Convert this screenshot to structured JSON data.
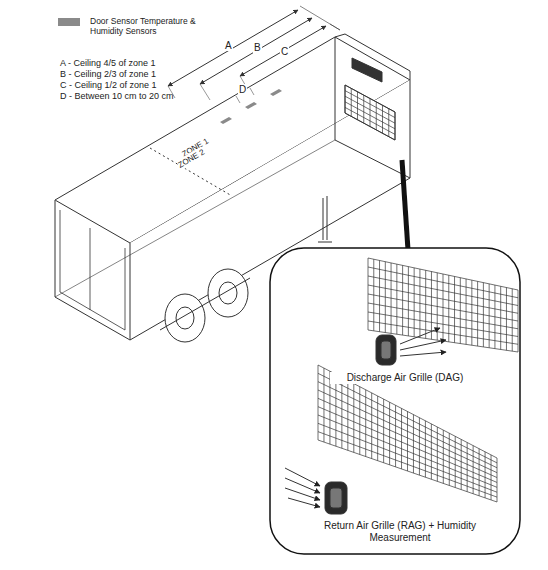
{
  "diagram": {
    "nodes": [
      {
        "text": [
          "Discharge Air Grille (DAG)",
          "Return Air Grille (RAG) + Humidity Measurement"
        ]
      }
    ],
    "labels": [
      "A - Ceiling 4/5 of zone 1",
      "B - Ceiling 2/3 of zone 1",
      "C - Ceiling 1/2 of zone 1",
      "D - Between 10 cm to 20 cm",
      "A",
      "B",
      "C",
      "D",
      "ZONE 1",
      "ZONE 2"
    ],
    "legend": [
      {
        "text": "Door Sensor Temperature & Humidity Sensors",
        "color": "#8a8a8a"
      }
    ]
  }
}
